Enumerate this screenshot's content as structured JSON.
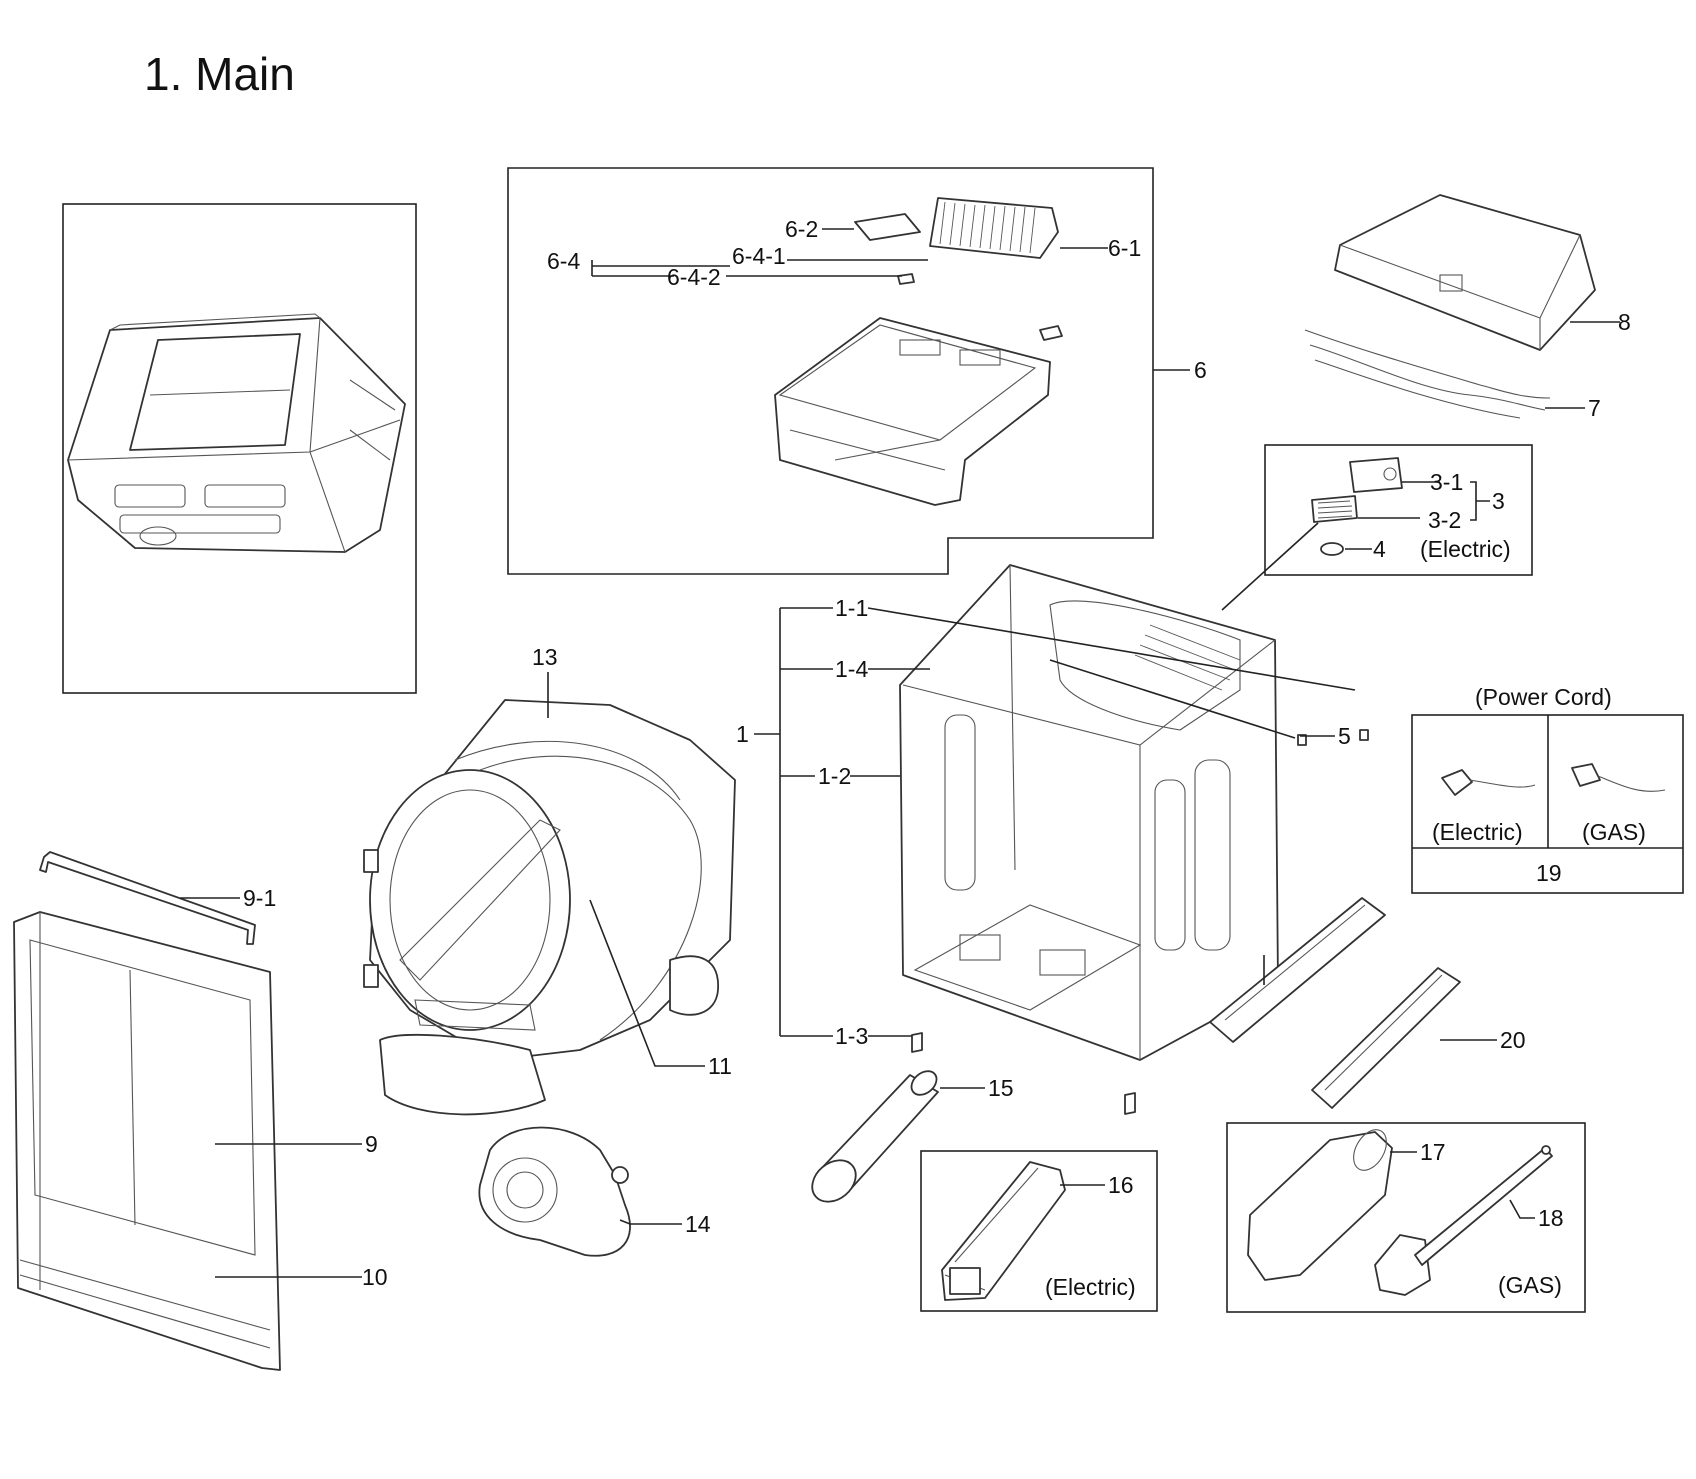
{
  "title": "1. Main",
  "labels": {
    "l_6_2": "6-2",
    "l_6_1": "6-1",
    "l_6_4": "6-4",
    "l_6_4_1": "6-4-1",
    "l_6_4_2": "6-4-2",
    "l_6": "6",
    "l_8": "8",
    "l_7": "7",
    "l_3_1": "3-1",
    "l_3_2": "3-2",
    "l_3": "3",
    "l_4": "4",
    "l_electric_3": "(Electric)",
    "l_1_1": "1-1",
    "l_1_4": "1-4",
    "l_1": "1",
    "l_1_2": "1-2",
    "l_1_3": "1-3",
    "l_5": "5",
    "l_13": "13",
    "l_11": "11",
    "l_power_cord": "(Power Cord)",
    "l_electric_19": "(Electric)",
    "l_gas_19": "(GAS)",
    "l_19": "19",
    "l_9_1": "9-1",
    "l_9": "9",
    "l_10": "10",
    "l_14": "14",
    "l_15": "15",
    "l_16": "16",
    "l_electric_16": "(Electric)",
    "l_17": "17",
    "l_18": "18",
    "l_gas_18": "(GAS)",
    "l_20": "20"
  }
}
